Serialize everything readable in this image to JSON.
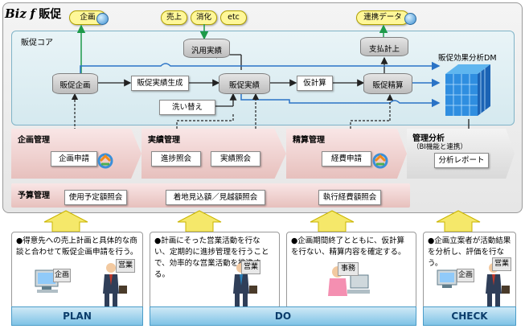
{
  "title": {
    "biz": "Biz",
    "f": "f",
    "name": "販促"
  },
  "top_pills": {
    "kikaku": "企画",
    "uriage": "売上",
    "shoka": "消化",
    "etc": "etc",
    "renkei": "連携データ"
  },
  "core": {
    "label": "販促コア",
    "hanyo": "汎用実績",
    "shiharai": "支払計上",
    "dm_label": "販促効果分析DM",
    "hansoku_kikaku": "販促企画",
    "hansoku_jisseki_seisei": "販促実績生成",
    "hansoku_jisseki": "販促実績",
    "karikeisan": "仮計算",
    "hansoku_seisan": "販促精算",
    "araigae": "洗い替え"
  },
  "modules": {
    "kikaku_kanri": {
      "label": "企画管理",
      "item": "企画申請"
    },
    "jisseki_kanri": {
      "label": "実績管理",
      "item1": "進捗照会",
      "item2": "実績照会"
    },
    "seisan_kanri": {
      "label": "精算管理",
      "item": "経費申請"
    },
    "bunseki_kanri": {
      "label": "管理分析",
      "sub": "（BI機能と連携）",
      "item": "分析レポート"
    }
  },
  "yosan": {
    "label": "予算管理",
    "item1": "使用予定額照会",
    "item2": "着地見込額／見越額照会",
    "item3": "執行経費額照会"
  },
  "notes": {
    "plan": "●得意先への売上計画と具体的な商談と合わせて販促企画申請を行う。",
    "do1": "●計画にそった営業活動を行ない、定期的に進捗管理を行うことで、効率的な営業活動を推進する。",
    "do2": "●企画期間終了とともに、仮計算を行ない、精算内容を確定する。",
    "check": "●企画立案者が活動結果を分析し、評価を行なう。"
  },
  "people": {
    "kikaku": "企画",
    "eigyo1": "営業",
    "eigyo2": "営業",
    "jimu": "事務",
    "kikaku2": "企画",
    "eigyo3": "営業"
  },
  "phases": {
    "plan": "PLAN",
    "do": "DO",
    "check": "CHECK"
  },
  "colors": {
    "pill": "#fff799",
    "core_bg": "#d5e9ef",
    "module_bg": "#e7c0bd",
    "phase_bg": "#7fc3e6",
    "arrow_blue": "#2a73c6",
    "arrow_green": "#1e9a4a",
    "up_arrow": "#f5e86a"
  }
}
